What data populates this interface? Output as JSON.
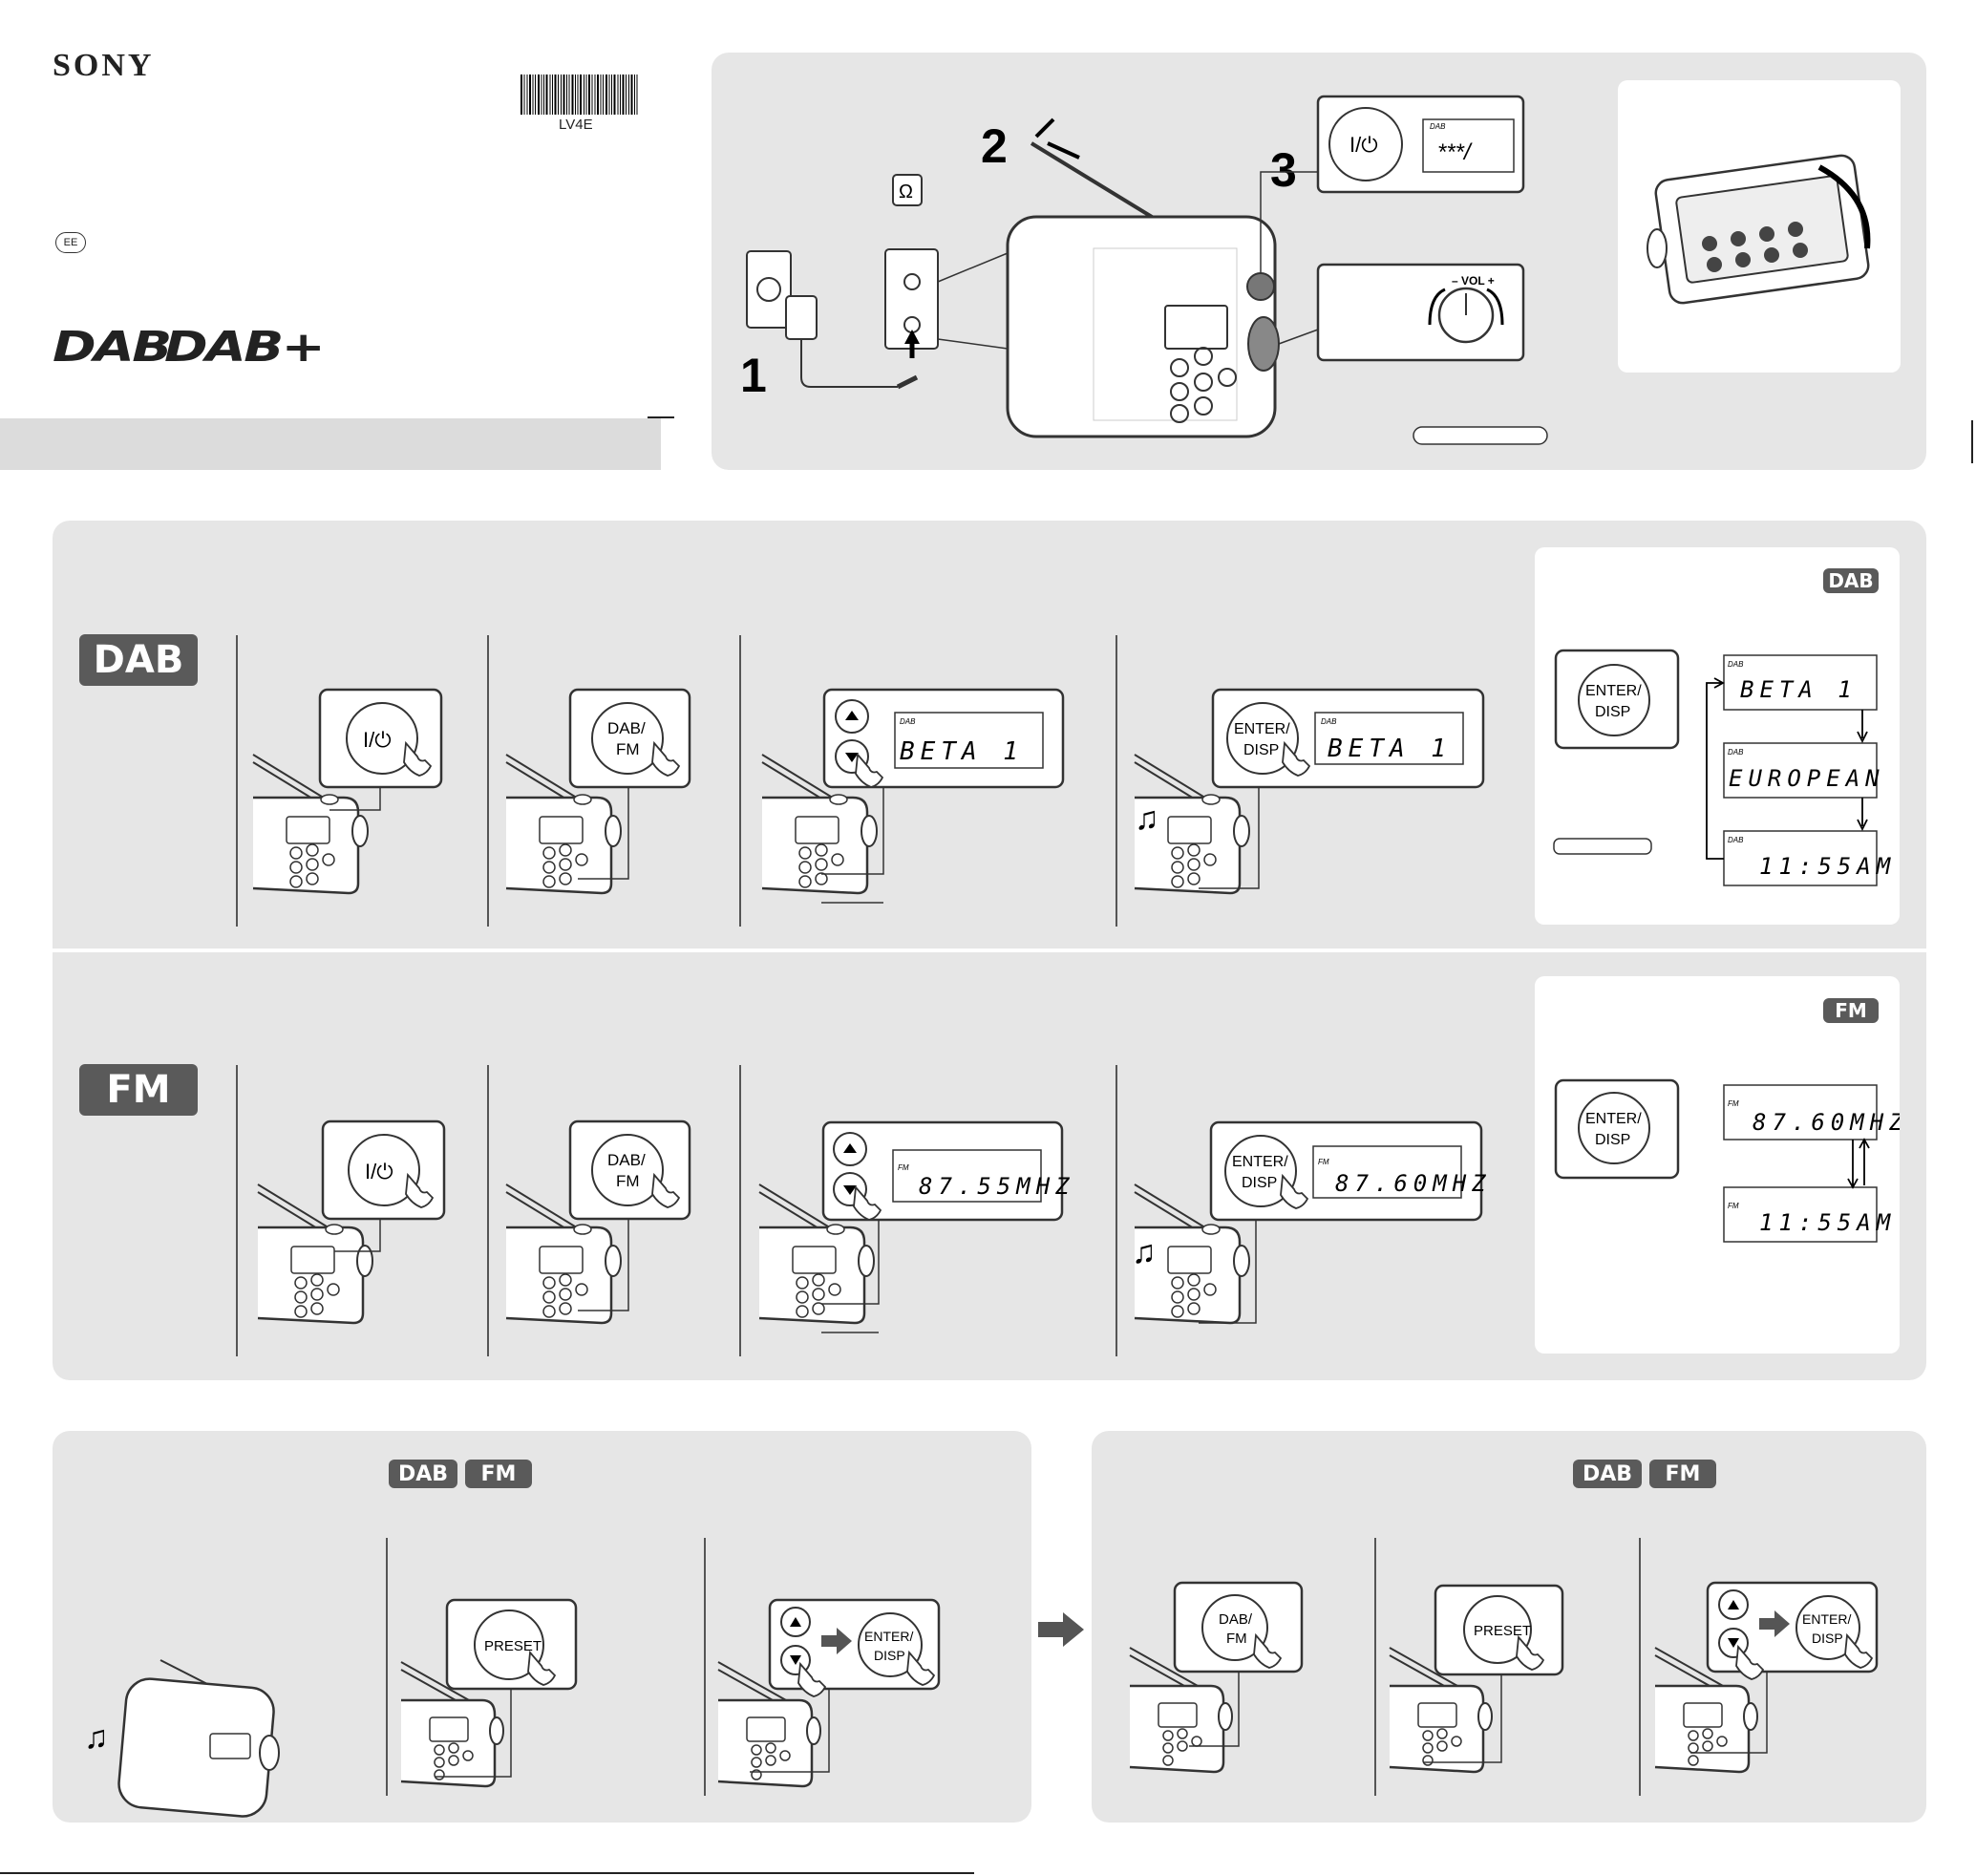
{
  "header": {
    "brand": "SONY",
    "barcode_code": "LV4E",
    "language_code": "EE",
    "logo_dab": "DAB",
    "logo_dabplus": "DAB+"
  },
  "setup": {
    "step1": "1",
    "step2": "2",
    "step3": "3",
    "display_step3": "***/",
    "display_tag": "DAB",
    "vol_label": "– VOL +"
  },
  "dab_section": {
    "label": "DAB",
    "badge": "DAB",
    "step3_display": "BETA 1",
    "step4_display": "BETA 1",
    "info_cycle": [
      "BETA 1",
      "EUROPEAN",
      "11:55AM"
    ],
    "button_power": "I/⏻",
    "button_dabfm": "DAB/ FM",
    "button_enter": "ENTER/ DISP"
  },
  "fm_section": {
    "label": "FM",
    "badge": "FM",
    "step3_display": "87.55MHZ",
    "step4_display": "87.60MHZ",
    "info_cycle": [
      "87.60MHZ",
      "11:55AM"
    ],
    "display_tag": "FM"
  },
  "preset_store": {
    "badges": [
      "DAB",
      "FM"
    ],
    "button_preset": "PRESET",
    "button_enter": "ENTER/ DISP"
  },
  "preset_recall": {
    "badges": [
      "DAB",
      "FM"
    ],
    "button_dabfm": "DAB/ FM",
    "button_preset": "PRESET",
    "button_enter": "ENTER/ DISP"
  },
  "colors": {
    "panel": "#e6e6e6",
    "badge": "#5a5a5a",
    "white": "#ffffff",
    "line": "#333333"
  }
}
